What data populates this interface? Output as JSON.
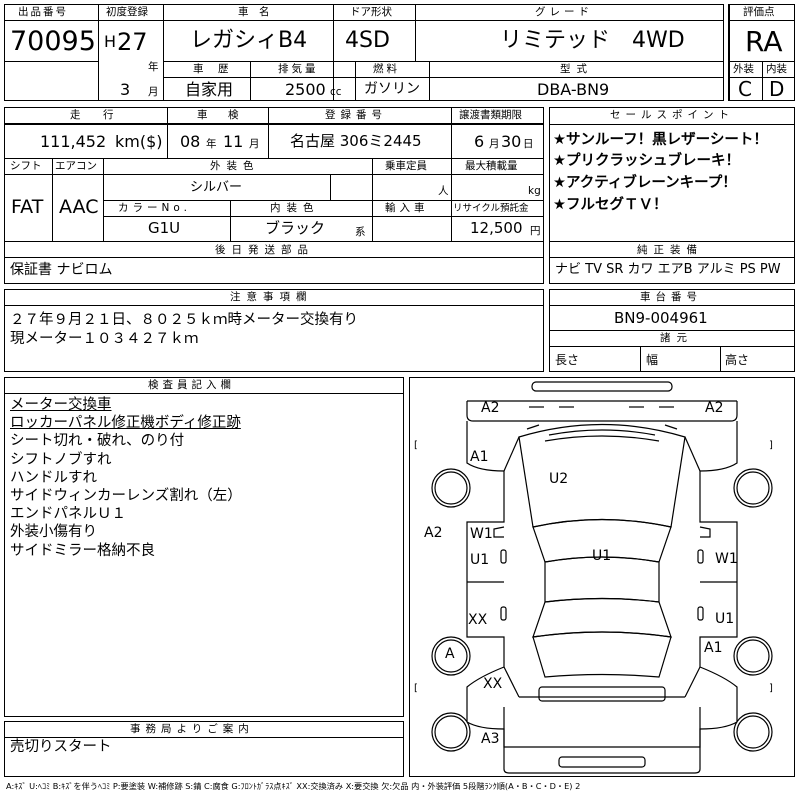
{
  "top": {
    "lot_label": "出品番号",
    "lot": "70095",
    "first_reg_label": "初度登録",
    "era": "H",
    "year": "27",
    "year_unit": "年",
    "month": "3",
    "month_unit": "月",
    "car_name_label": "車　名",
    "car_name": "レガシィB4",
    "door_label": "ドア形状",
    "door": "4SD",
    "grade_label": "グレード",
    "grade": "リミテッド　4WD",
    "score_label": "評価点",
    "score": "RA",
    "history_label": "車　歴",
    "history": "自家用",
    "displacement_label": "排気量",
    "displacement": "2500",
    "displacement_unit": "cc",
    "fuel_label": "燃料",
    "fuel": "ガソリン",
    "model_label": "型式",
    "model": "DBA-BN9",
    "exterior_label": "外装",
    "exterior": "C",
    "interior_label": "内装",
    "interior": "D"
  },
  "row2": {
    "mileage_label": "走　行",
    "mileage": "111,452",
    "mileage_unit": "km($)",
    "inspection_label": "車　検",
    "inspection_year": "08",
    "inspection_year_unit": "年",
    "inspection_month": "11",
    "inspection_month_unit": "月",
    "plate_label": "登録番号",
    "plate": "名古屋 306ミ2445",
    "transfer_label": "譲渡書類期限",
    "transfer_month": "6",
    "transfer_month_unit": "月",
    "transfer_day": "30",
    "transfer_day_unit": "日"
  },
  "sales": {
    "label": "セールスポイント",
    "points": [
      "★サンルーフ！黒レザーシート！",
      "★プリクラッシュブレーキ！",
      "★アクティブレーンキープ！",
      "★フルセグＴＶ！"
    ]
  },
  "row3": {
    "shift_label": "シフト",
    "shift": "FAT",
    "ac_label": "エアコン",
    "ac": "AAC",
    "exterior_color_label": "外装色",
    "exterior_color": "シルバー",
    "capacity_label": "乗車定員",
    "capacity_unit": "人",
    "max_load_label": "最大積載量",
    "max_load_unit": "kg",
    "color_no_label": "カラーNo.",
    "color_no": "G1U",
    "interior_color_label": "内装色",
    "interior_color": "ブラック",
    "interior_color_unit": "系",
    "import_label": "輸入車",
    "recycle_label": "リサイクル預託金",
    "recycle": "12,500",
    "recycle_unit": "円"
  },
  "later_parts": {
    "label": "後日発送部品",
    "value": "保証書 ナビロム"
  },
  "equipment": {
    "label": "純正装備",
    "value": "ナビ TV SR カワ エアB アルミ PS PW"
  },
  "notes": {
    "label": "注意事項欄",
    "lines": [
      "２７年９月２１日、８０２５ｋｍ時メーター交換有り",
      "現メーター１０３４２７ｋｍ"
    ]
  },
  "chassis": {
    "label": "車台番号",
    "value": "BN9-004961",
    "dims_label": "諸元",
    "length_label": "長さ",
    "width_label": "幅",
    "height_label": "高さ"
  },
  "inspector": {
    "label": "検査員記入欄",
    "lines": [
      "メーター交換車",
      "ロッカーパネル修正機ボディ修正跡",
      "シート切れ・破れ、のり付",
      "シフトノブすれ",
      "ハンドルすれ",
      "サイドウィンカーレンズ割れ（左）",
      "エンドパネルＵ１",
      "外装小傷有り",
      "サイドミラー格納不良"
    ]
  },
  "office": {
    "label": "事務局よりご案内",
    "value": "売切りスタート"
  },
  "diagram": {
    "marks": {
      "a2_tl": "A2",
      "a2_tr": "A2",
      "a1_l": "A1",
      "u2": "U2",
      "a2_l": "A2",
      "w1_l": "W1",
      "u1_l": "U1",
      "u1_c": "U1",
      "w1_r": "W1",
      "xx_l": "XX",
      "u1_r": "U1",
      "a_l": "A",
      "a1_r": "A1",
      "xx_b": "XX",
      "a3": "A3"
    },
    "bracket_l": "[",
    "bracket_r": "]"
  },
  "legend": "A:ｷｽﾞ U:ﾍｺﾐ B:ｷｽﾞを伴うﾍｺﾐ P:要塗装 W:補修跡 S:錆 C:腐食 G:ﾌﾛﾝﾄｶﾞﾗｽ点ｷｽﾞ XX:交換済み X:要交換 欠:欠品 内・外装評価 5段階ﾗﾝｸ順(A・B・C・D・E) 2"
}
